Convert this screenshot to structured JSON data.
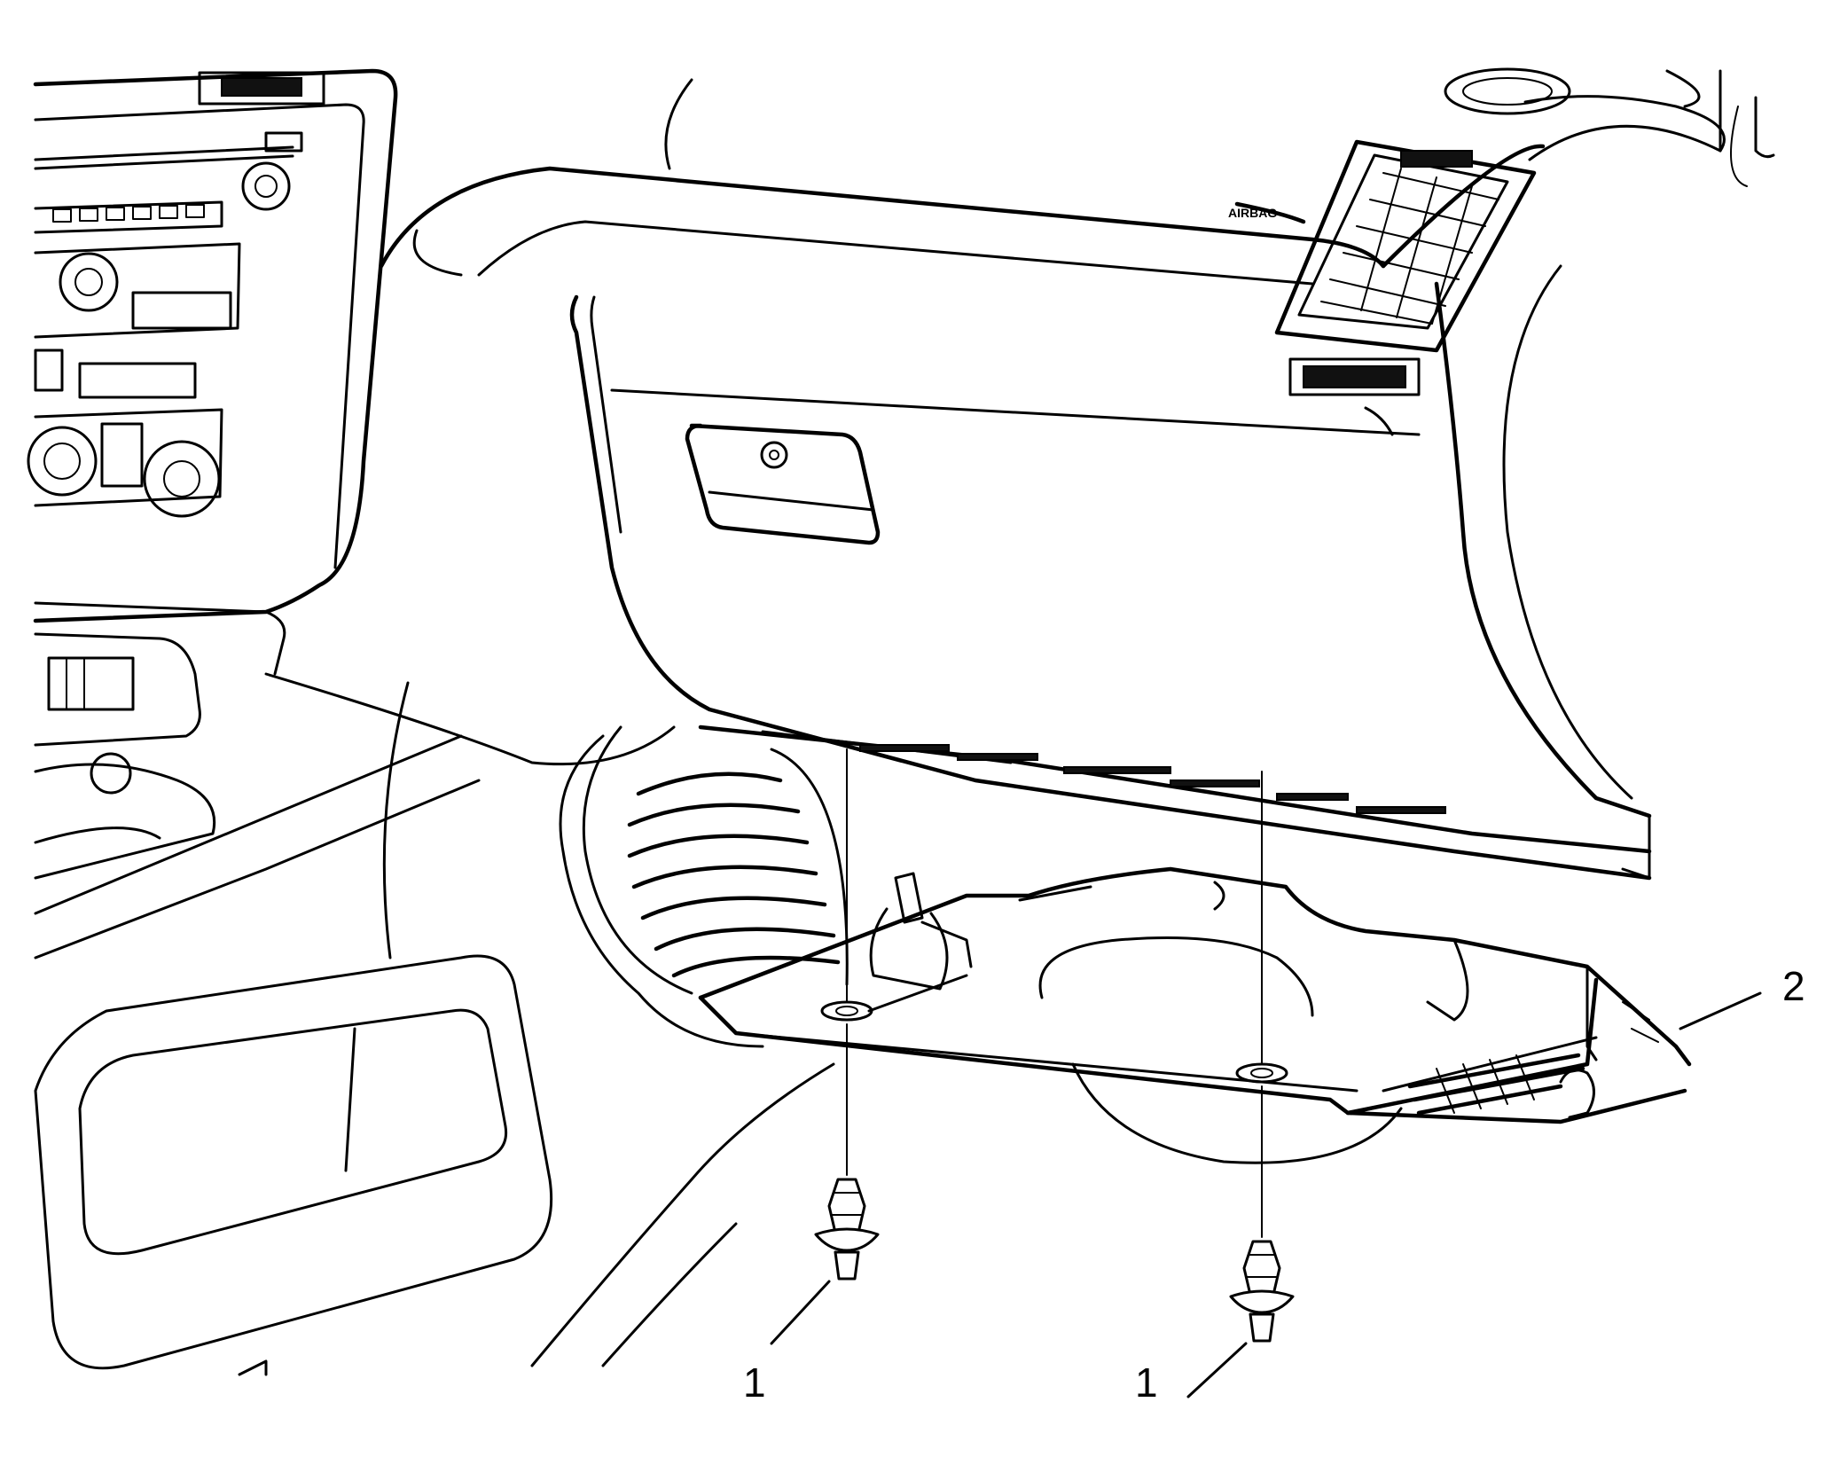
{
  "callouts": [
    {
      "label": "1",
      "part": "fastener"
    },
    {
      "label": "1",
      "part": "fastener"
    },
    {
      "label": "2",
      "part": "panel"
    }
  ],
  "dash_badge": "AIRBAG",
  "colors": {
    "line": "#000000",
    "background": "#ffffff"
  }
}
